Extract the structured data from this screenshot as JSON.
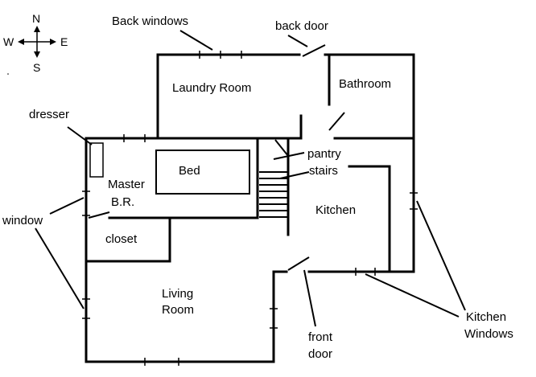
{
  "compass": {
    "north": "N",
    "south": "S",
    "east": "E",
    "west": "W"
  },
  "rooms": {
    "laundry": "Laundry Room",
    "bathroom": "Bathroom",
    "bed": "Bed",
    "master_line1": "Master",
    "master_line2": "B.R.",
    "closet": "closet",
    "kitchen": "Kitchen",
    "living_line1": "Living",
    "living_line2": "Room"
  },
  "callouts": {
    "back_windows": "Back windows",
    "back_door": "back door",
    "dresser": "dresser",
    "pantry": "pantry",
    "stairs": "stairs",
    "window": "window",
    "kitchen_windows_line1": "Kitchen",
    "kitchen_windows_line2": "Windows",
    "front_door_line1": "front",
    "front_door_line2": "door"
  }
}
